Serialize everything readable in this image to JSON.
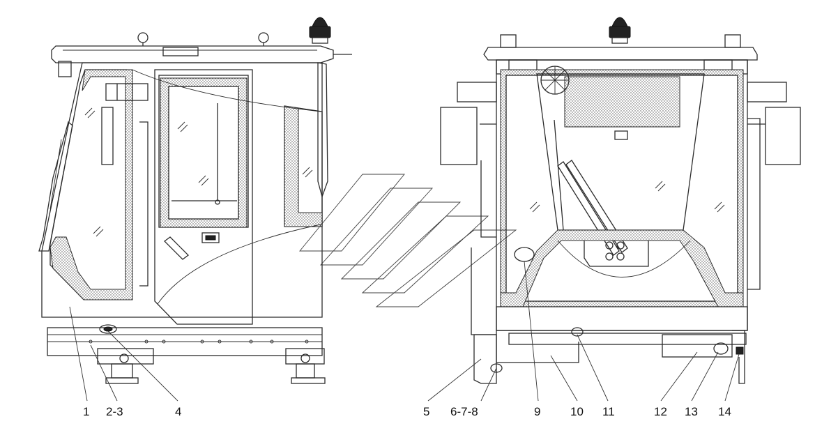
{
  "colors": {
    "line": "#2b2b2b",
    "seal": "#cfcfcf",
    "background": "#ffffff"
  },
  "callouts": {
    "c1": "1",
    "c2": "2-3",
    "c3": "4",
    "c4": "5",
    "c5": "6-7-8",
    "c6": "9",
    "c7": "10",
    "c8": "11",
    "c9": "12",
    "c10": "13",
    "c11": "14"
  }
}
